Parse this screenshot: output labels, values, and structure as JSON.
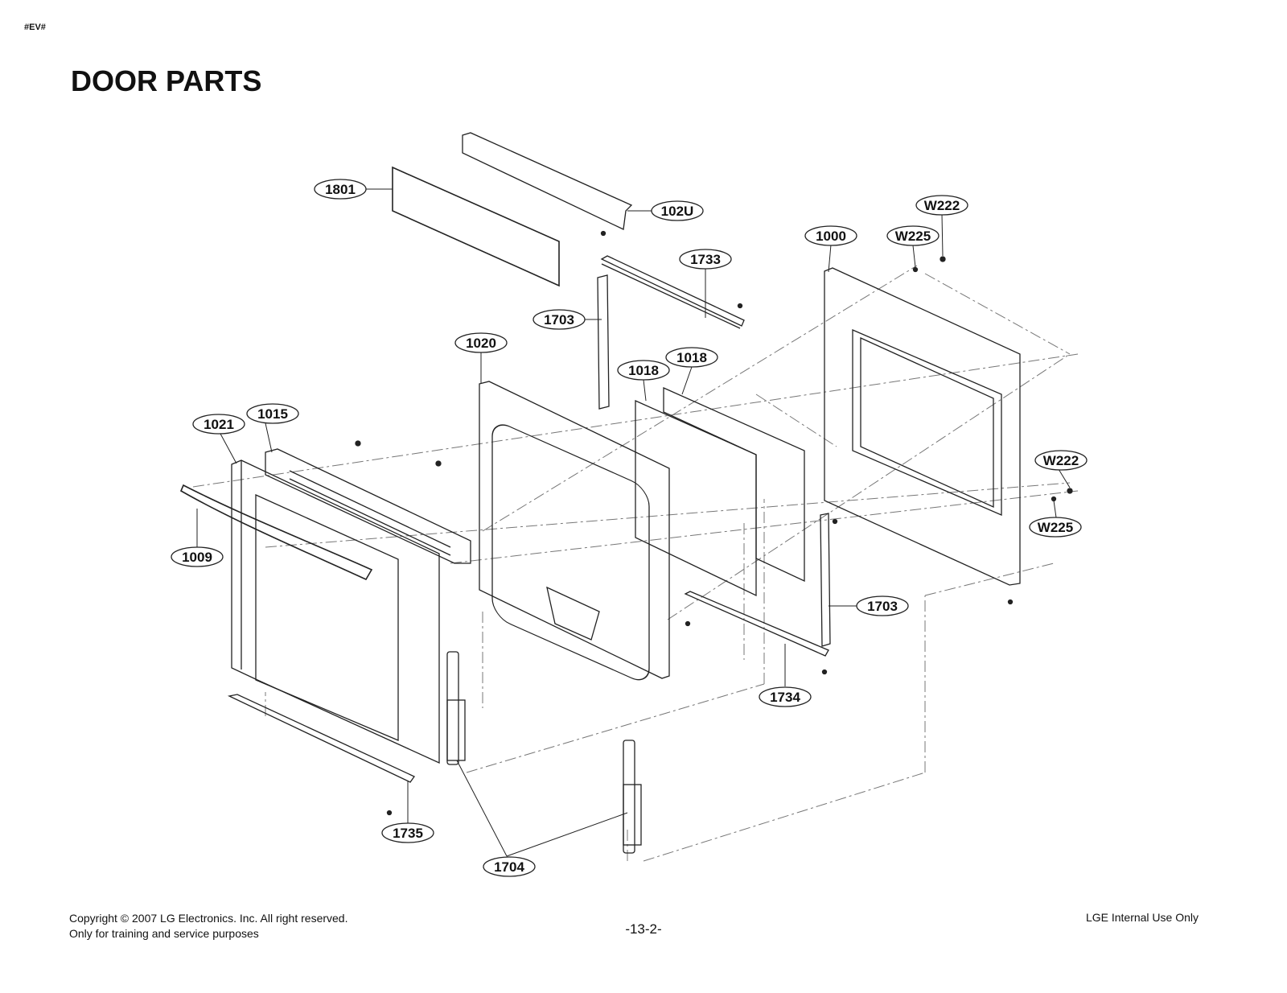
{
  "header": {
    "tag": "#EV#",
    "title": "DOOR PARTS"
  },
  "callouts": {
    "c1801": "1801",
    "c102U": "102U",
    "c1733": "1733",
    "c1703a": "1703",
    "c1020": "1020",
    "c1018a": "1018",
    "c1018b": "1018",
    "c1000": "1000",
    "cW222a": "W222",
    "cW225a": "W225",
    "c1021": "1021",
    "c1015": "1015",
    "c1009": "1009",
    "cW222b": "W222",
    "cW225b": "W225",
    "c1703b": "1703",
    "c1734": "1734",
    "c1735": "1735",
    "c1704": "1704"
  },
  "footer": {
    "copyright_line1": "Copyright © 2007 LG Electronics. Inc. All right reserved.",
    "copyright_line2": "Only for training and service purposes",
    "page_number": "-13-2-",
    "internal": "LGE Internal Use Only"
  }
}
